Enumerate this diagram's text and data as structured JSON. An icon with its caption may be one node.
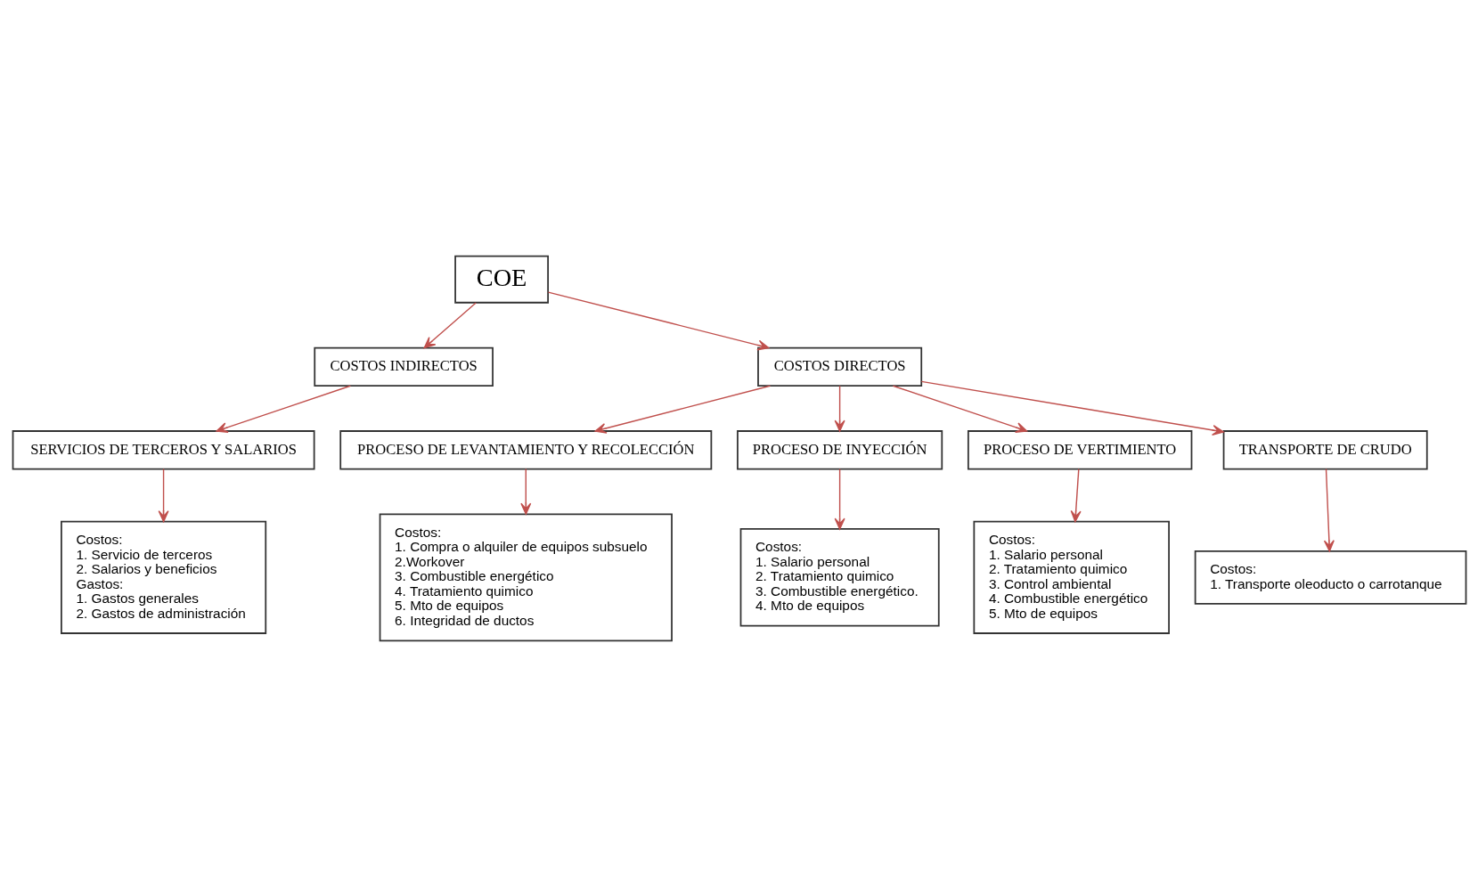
{
  "diagram": {
    "nodes": [
      {
        "text": [
          "COE"
        ]
      },
      {
        "text": [
          "COSTOS INDIRECTOS"
        ]
      },
      {
        "text": [
          "COSTOS DIRECTOS"
        ]
      },
      {
        "text": [
          "SERVICIOS DE TERCEROS Y SALARIOS"
        ]
      },
      {
        "text": [
          "PROCESO DE LEVANTAMIENTO Y RECOLECCIÓN"
        ]
      },
      {
        "text": [
          "PROCESO DE INYECCIÓN"
        ]
      },
      {
        "text": [
          "PROCESO DE VERTIMIENTO"
        ]
      },
      {
        "text": [
          "TRANSPORTE DE CRUDO"
        ]
      },
      {
        "text": [
          "Costos:",
          "1. Servicio de terceros",
          "2. Salarios y beneficios",
          "Gastos:",
          "1. Gastos generales",
          "2. Gastos de administración"
        ]
      },
      {
        "text": [
          "Costos:",
          "1. Compra o alquiler de equipos subsuelo",
          "2.Workover",
          "3. Combustible energético",
          "4. Tratamiento quimico",
          "5. Mto de equipos",
          "6. Integridad de ductos"
        ]
      },
      {
        "text": [
          "Costos:",
          "1. Salario personal",
          "2. Tratamiento quimico",
          "3. Combustible energético.",
          "4. Mto de equipos"
        ]
      },
      {
        "text": [
          "Costos:",
          "1. Salario personal",
          "2. Tratamiento quimico",
          "3. Control ambiental",
          "4. Combustible energético",
          "5. Mto de equipos"
        ]
      },
      {
        "text": [
          "Costos:",
          "1. Transporte oleoducto o carrotanque"
        ]
      }
    ],
    "edges": [
      {
        "from": 0,
        "to": 1,
        "arrow": "to"
      },
      {
        "from": 0,
        "to": 2,
        "arrow": "to"
      },
      {
        "from": 1,
        "to": 3,
        "arrow": "to"
      },
      {
        "from": 2,
        "to": 4,
        "arrow": "to"
      },
      {
        "from": 2,
        "to": 5,
        "arrow": "to"
      },
      {
        "from": 2,
        "to": 6,
        "arrow": "to"
      },
      {
        "from": 2,
        "to": 7,
        "arrow": "to"
      },
      {
        "from": 3,
        "to": 8,
        "arrow": "to"
      },
      {
        "from": 4,
        "to": 9,
        "arrow": "to"
      },
      {
        "from": 5,
        "to": 10,
        "arrow": "to"
      },
      {
        "from": 6,
        "to": 11,
        "arrow": "to"
      },
      {
        "from": 7,
        "to": 12,
        "arrow": "to"
      }
    ]
  }
}
